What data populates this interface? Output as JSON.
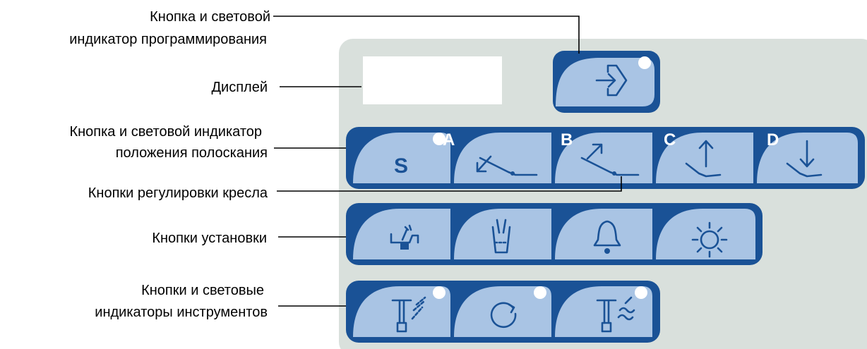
{
  "colors": {
    "panel": "#d9e0dc",
    "strip": "#1a5296",
    "button": "#a9c4e4",
    "icon": "#1a5296",
    "led": "#ffffff",
    "leader_line": "#000000"
  },
  "labels": {
    "programming_line1": "Кнопка и световой",
    "programming_line2": "индикатор программирования",
    "display": "Дисплей",
    "rinse_line1": "Кнопка и световой индикатор",
    "rinse_line2": "положения полоскания",
    "chair": "Кнопки регулировки кресла",
    "setup": "Кнопки установки",
    "instruments_line1": "Кнопки и световые",
    "instruments_line2": "индикаторы инструментов"
  },
  "buttons": {
    "rinse_letter": "S",
    "key_a": "A",
    "key_b": "B",
    "key_c": "C",
    "key_d": "D",
    "programming_icon": "enter-arrow-icon",
    "chair_icons": [
      "chair-down-back-icon",
      "chair-up-back-icon",
      "seat-up-icon",
      "seat-down-icon"
    ],
    "setup_icons": [
      "cuspidor-icon",
      "cup-fill-icon",
      "bell-icon",
      "light-icon"
    ],
    "instrument_icons": [
      "handpiece-spray-icon",
      "rotation-icon",
      "scaler-spray-icon"
    ]
  }
}
